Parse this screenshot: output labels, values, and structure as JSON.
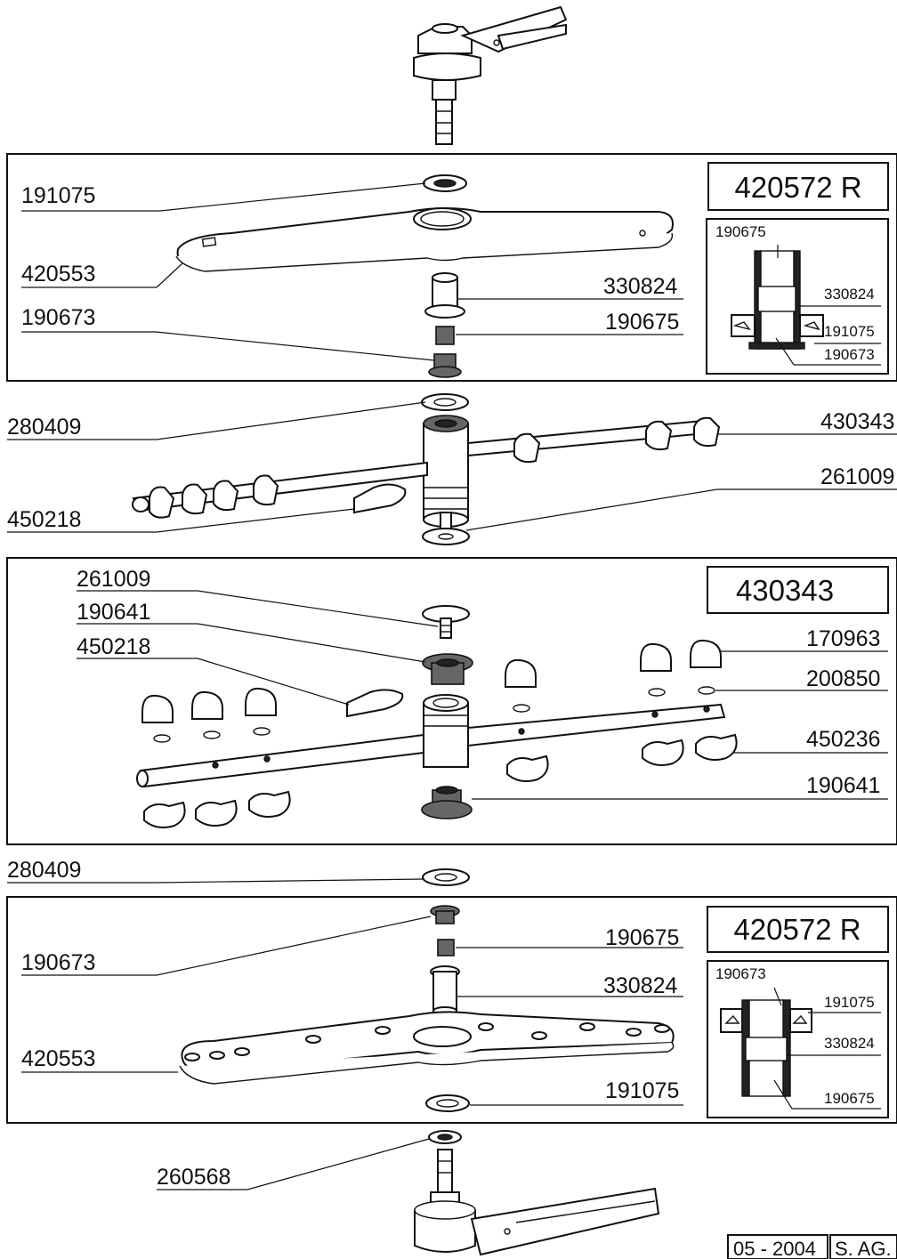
{
  "top_section": {
    "labels": [
      "191075",
      "420553",
      "190673",
      "330824",
      "190675"
    ],
    "box_title": "420572 R",
    "detail_labels": [
      "190675",
      "330824",
      "191075",
      "190673"
    ]
  },
  "middle_loose": {
    "labels": [
      "280409",
      "450218",
      "430343",
      "261009"
    ]
  },
  "center_section": {
    "box_title": "430343",
    "labels": [
      "261009",
      "190641",
      "450218",
      "170963",
      "200850",
      "450236",
      "190641"
    ]
  },
  "lower_loose": {
    "labels": [
      "280409"
    ]
  },
  "bottom_section": {
    "labels": [
      "190673",
      "420553",
      "190675",
      "330824",
      "191075"
    ],
    "box_title": "420572 R",
    "detail_labels": [
      "190673",
      "191075",
      "330824",
      "190675"
    ]
  },
  "bottom_loose": {
    "labels": [
      "260568"
    ]
  },
  "footer": {
    "date": "05 - 2004",
    "author": "S. AG."
  }
}
